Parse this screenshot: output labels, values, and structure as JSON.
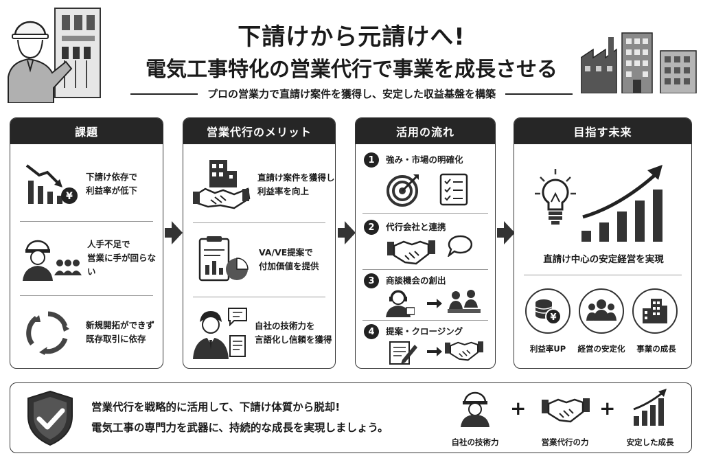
{
  "header": {
    "title_line1": "下請けから元請けへ!",
    "title_line2": "電気工事特化の営業代行で事業を成長させる",
    "subtitle": "プロの営業力で直請け案件を獲得し、安定した収益基盤を構築"
  },
  "cards": {
    "challenge": {
      "title": "課題",
      "items": [
        {
          "line1": "下請け依存で",
          "line2": "利益率が低下",
          "icon": "declining-chart-yen-icon"
        },
        {
          "line1": "人手不足で",
          "line2": "営業に手が回らない",
          "icon": "worker-shortage-icon"
        },
        {
          "line1": "新規開拓ができず",
          "line2": "既存取引に依存",
          "icon": "cycle-arrows-icon"
        }
      ]
    },
    "merit": {
      "title": "営業代行のメリット",
      "items": [
        {
          "line1": "直請け案件を獲得し",
          "line2": "利益率を向上",
          "icon": "building-handshake-icon"
        },
        {
          "line1": "VA/VE提案で",
          "line2": "付加価値を提供",
          "icon": "clipboard-chart-icon"
        },
        {
          "line1": "自社の技術力を",
          "line2": "言語化し信頼を獲得",
          "icon": "businessman-speech-icon"
        }
      ]
    },
    "flow": {
      "title": "活用の流れ",
      "steps": [
        {
          "num": "1",
          "label": "強み・市場の明確化"
        },
        {
          "num": "2",
          "label": "代行会社と連携"
        },
        {
          "num": "3",
          "label": "商談機会の創出"
        },
        {
          "num": "4",
          "label": "提案・クロージング"
        }
      ]
    },
    "future": {
      "title": "目指す未来",
      "headline": "直請け中心の安定経営を実現",
      "badges": [
        {
          "label": "利益率UP",
          "icon": "coins-yen-icon"
        },
        {
          "label": "経営の安定化",
          "icon": "team-icon"
        },
        {
          "label": "事業の成長",
          "icon": "buildings-icon"
        }
      ],
      "yen": "¥"
    }
  },
  "bottom": {
    "line1": "営業代行を戦略的に活用して、下請け体質から脱却!",
    "line2": "電気工事の専門力を武器に、持続的な成長を実現しましょう。",
    "formula": [
      {
        "label": "自社の技術力"
      },
      {
        "label": "営業代行の力"
      },
      {
        "label": "安定した成長"
      }
    ],
    "plus": "+"
  },
  "colors": {
    "dark": "#262626",
    "border": "#333333",
    "gray": "#9a9a9a"
  }
}
